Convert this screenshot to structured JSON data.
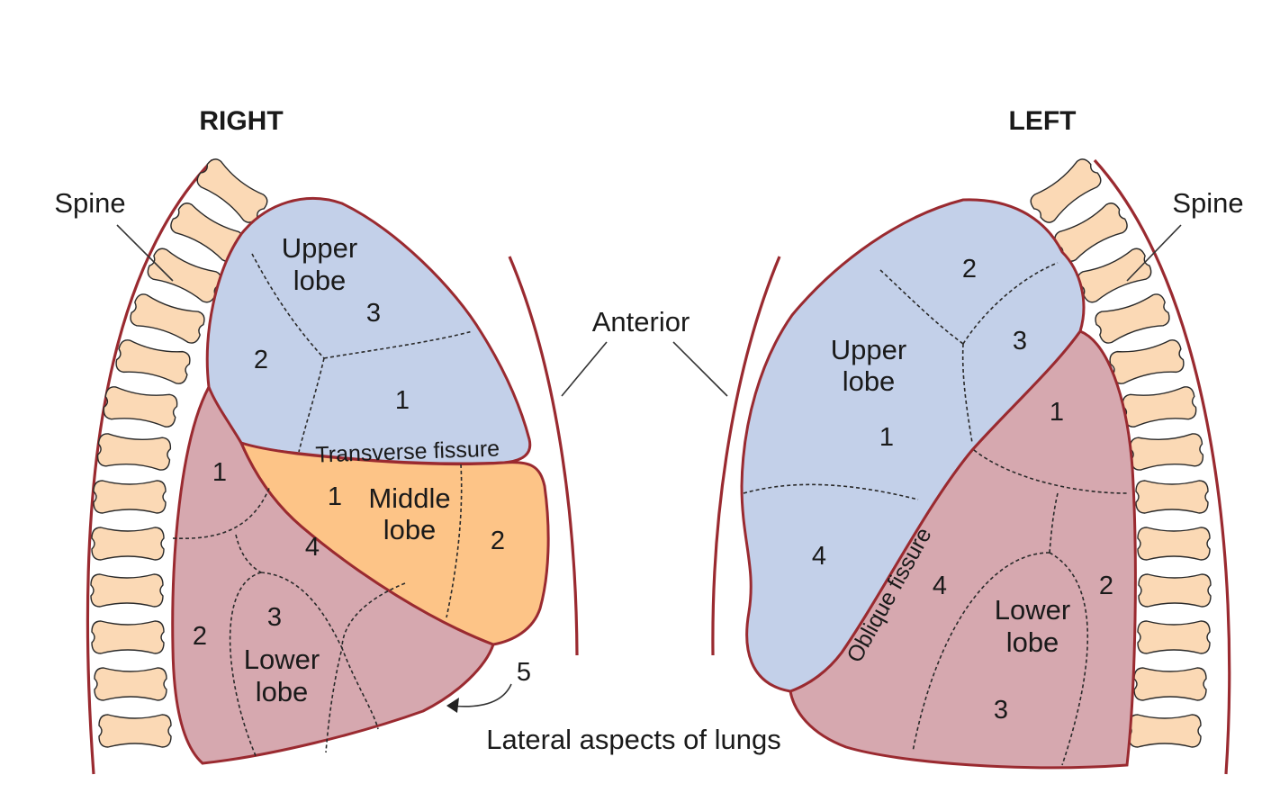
{
  "headings": {
    "right": "RIGHT",
    "left": "LEFT"
  },
  "labels": {
    "spine_right": "Spine",
    "spine_left": "Spine",
    "anterior": "Anterior",
    "caption": "Lateral aspects of lungs"
  },
  "right_lung": {
    "upper_lobe": [
      "Upper",
      "lobe"
    ],
    "middle_lobe": [
      "Middle",
      "lobe"
    ],
    "lower_lobe": [
      "Lower",
      "lobe"
    ],
    "fissure": "Transverse fissure",
    "upper_segments": [
      "1",
      "2",
      "3"
    ],
    "middle_segments": [
      "1",
      "2"
    ],
    "lower_segments": [
      "1",
      "2",
      "3",
      "4",
      "5"
    ]
  },
  "left_lung": {
    "upper_lobe": [
      "Upper",
      "lobe"
    ],
    "lower_lobe": [
      "Lower",
      "lobe"
    ],
    "fissure": "Oblique fissure",
    "upper_segments": [
      "1",
      "2",
      "3",
      "4"
    ],
    "lower_segments": [
      "1",
      "2",
      "3",
      "4"
    ]
  },
  "colors": {
    "upper_lobe": "#c3d0e9",
    "middle_lobe": "#fdc487",
    "lower_lobe": "#d6a8af",
    "outline": "#9a2a30",
    "vertebra": "#fbd9b5"
  }
}
